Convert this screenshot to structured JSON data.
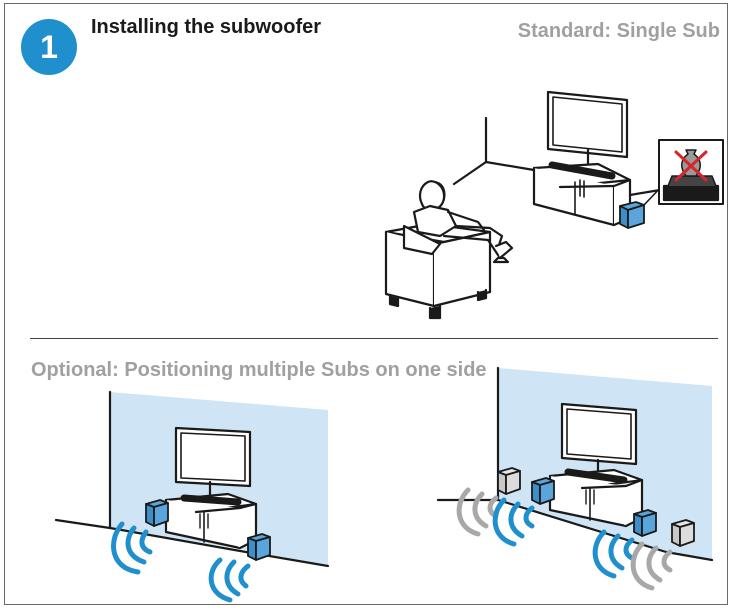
{
  "step": {
    "number": "1",
    "title": "Installing the subwoofer"
  },
  "standard": {
    "label": "Standard: Single Sub"
  },
  "optional": {
    "label": "Optional: Positioning multiple Subs on one side"
  },
  "colors": {
    "accent": "#1f8fce",
    "sub_blue": "#5aa6dc",
    "wall_blue": "#cfe4f4",
    "sub_grey": "#d9d9d9",
    "muted_text": "#a0a0a0",
    "warning_x": "#d8252a"
  },
  "icons": {
    "step_badge": "numbered-circle",
    "no_vase": "vase-prohibited-icon"
  }
}
